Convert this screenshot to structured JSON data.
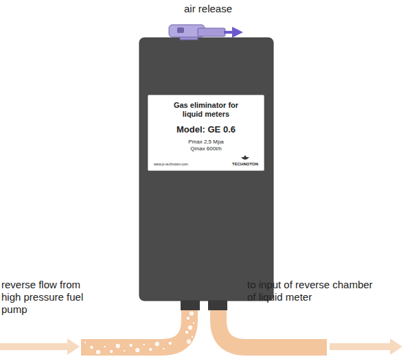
{
  "diagram": {
    "nodes": [
      {
        "text": [
          "Gas eliminator for liquid meters",
          "Model: GE 0.6",
          "Pmax 2,5 Mpa",
          "Qmax 600l/h",
          "www.jv-technoton.com",
          "TECHNOTON"
        ]
      }
    ],
    "labels": [
      "air release",
      "reverse flow from high pressure fuel pump",
      "to input of reverse chamber of liquid meter"
    ]
  }
}
